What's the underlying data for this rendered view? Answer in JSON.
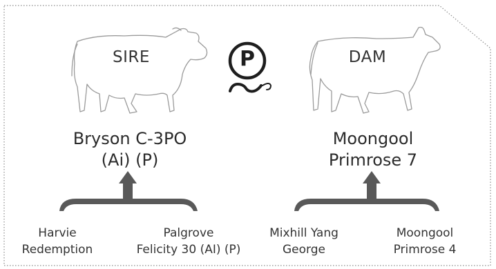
{
  "sire": {
    "label": "SIRE",
    "name_line1": "Bryson C-3PO",
    "name_line2": "(Ai) (P)",
    "parent_left": {
      "line1": "Harvie",
      "line2": "Redemption"
    },
    "parent_right": {
      "line1": "Palgrove",
      "line2": "Felicity 30 (AI) (P)"
    }
  },
  "dam": {
    "label": "DAM",
    "name_line1": "Moongool",
    "name_line2": "Primrose 7",
    "parent_left": {
      "line1": "Mixhill Yang",
      "line2": "George"
    },
    "parent_right": {
      "line1": "Moongool",
      "line2": "Primrose 4"
    }
  },
  "badge": {
    "letter": "P",
    "icon": "polled-p-icon"
  },
  "colors": {
    "ink": "#333333",
    "arrow": "#595959",
    "outline": "#8a8a8a",
    "border": "#9a9a9a"
  }
}
